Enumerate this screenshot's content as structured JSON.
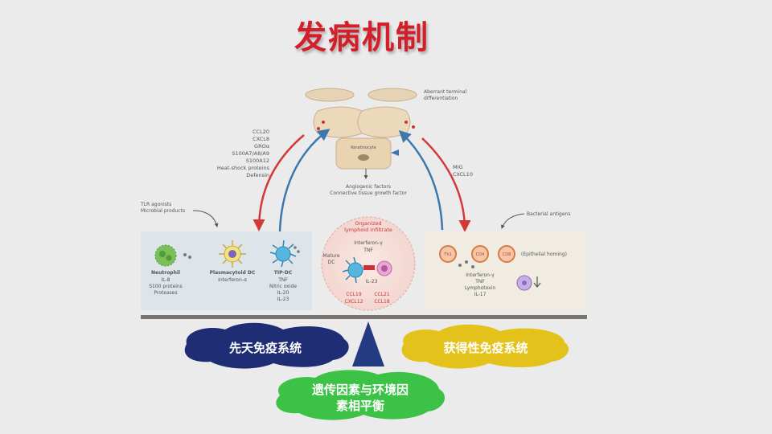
{
  "title": "发病机制",
  "keratinocyte_panel": {
    "aberrant_label_1": "Aberrant terminal",
    "aberrant_label_2": "differentiation",
    "cell_label": "Keratinocyte",
    "factors_1": "Angiogenic factors",
    "factors_2": "Connective tissue growth factor"
  },
  "left_mediators": [
    "CCL20",
    "CXCL8",
    "GROα",
    "S100A7/A8/A9",
    "S100A12",
    "Heat-shock proteins",
    "Defensin"
  ],
  "right_mediators": [
    "MIG",
    "CXCL10"
  ],
  "tlr_label_1": "TLR agonists",
  "tlr_label_2": "Microbial products",
  "bacterial_label": "Bacterial antigens",
  "innate_panel": {
    "neutrophil": {
      "name": "Neutrophil",
      "lines": [
        "IL-8",
        "S100 proteins",
        "Proteases"
      ]
    },
    "pdc": {
      "name": "Plasmacytoid DC",
      "lines": [
        "Interferon-α"
      ]
    },
    "tipdc": {
      "name": "TIP-DC",
      "lines": [
        "TNF",
        "Nitric oxide",
        "IL-20",
        "IL-23"
      ]
    }
  },
  "center_panel": {
    "header_1": "Organized",
    "header_2": "lymphoid infiltrate",
    "cytokines": [
      "Interferon-γ",
      "TNF"
    ],
    "mature_1": "Mature",
    "mature_2": "DC",
    "il23": "IL-23",
    "chemokines_left": [
      "CCL19",
      "CXCL12"
    ],
    "chemokines_right": [
      "CCL21",
      "CCL18"
    ]
  },
  "adaptive_panel": {
    "cells": [
      "Th1",
      "CD4",
      "CD8"
    ],
    "homing": "(Epithelial homing)",
    "lines": [
      "Interferon-γ",
      "TNF",
      "Lymphotoxin",
      "IL-17"
    ]
  },
  "blobs": {
    "innate": "先天免疫系统",
    "adaptive": "获得性免疫系统",
    "balance_1": "遗传因素与环境因",
    "balance_2": "素相平衡"
  },
  "colors": {
    "title": "#d21f2a",
    "innate_blob": "#1f2d75",
    "adaptive_blob": "#e4c21c",
    "balance_blob": "#3cc247",
    "balance_triangle": "#243a82",
    "arrow_red": "#d23a3a",
    "arrow_blue": "#3d78ad"
  }
}
